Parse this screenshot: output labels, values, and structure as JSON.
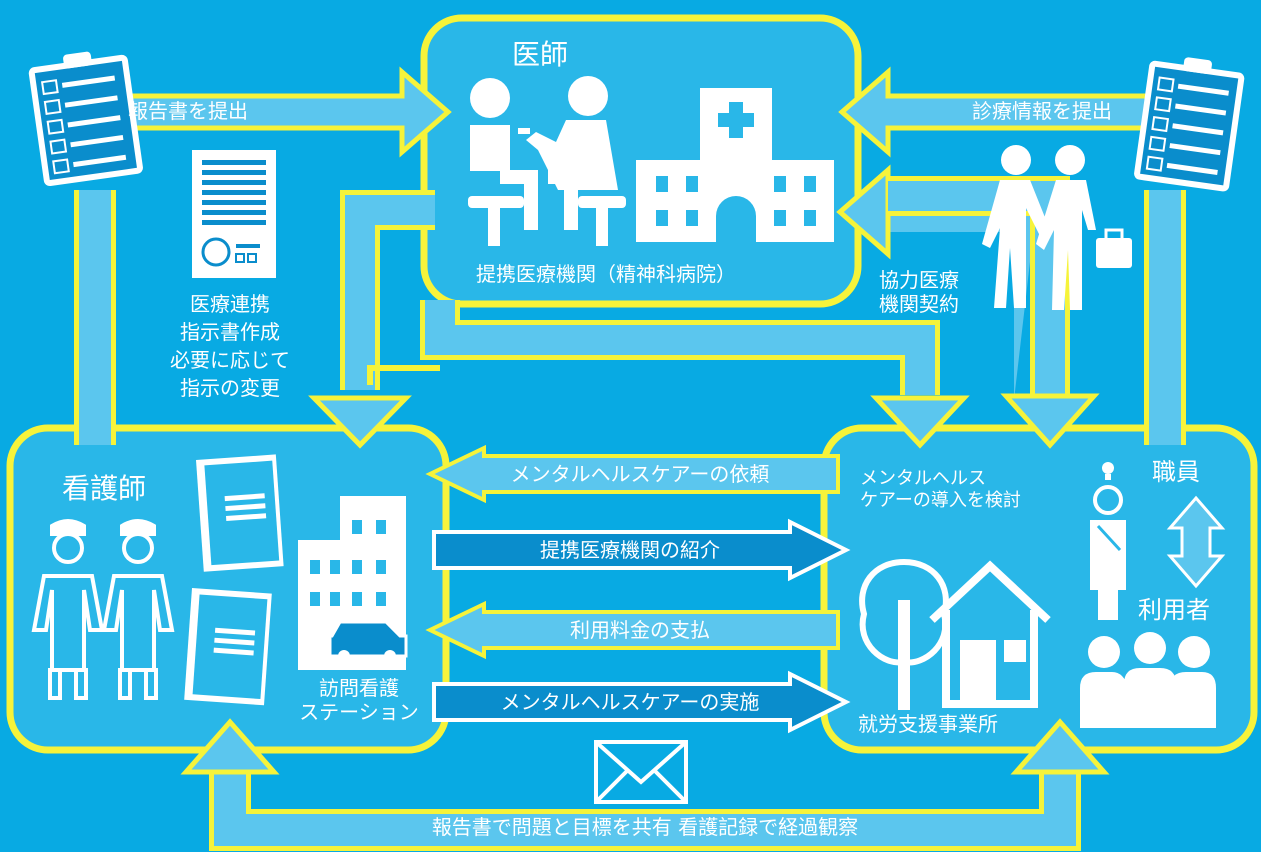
{
  "colors": {
    "background": "#08aae3",
    "panel": "#29b7e8",
    "border": "#f6f33a",
    "arrow_light": "#5bc6ee",
    "arrow_dark": "#0a8dcc",
    "white": "#ffffff"
  },
  "doctor_box": {
    "title": "医師",
    "caption": "提携医療機関（精神科病院）",
    "icons": [
      "doctor-patient-icon",
      "hospital-icon"
    ]
  },
  "nurse_box": {
    "title": "看護師",
    "station_label": [
      "訪問看護",
      "ステーション"
    ],
    "icons": [
      "nurses-icon",
      "notebooks-icon",
      "office-building-icon",
      "car-icon"
    ]
  },
  "workplace_box": {
    "consider_label": [
      "メンタルヘルス",
      "ケアーの導入を検討"
    ],
    "office_label": "就労支援事業所",
    "staff_label": "職員",
    "users_label": "利用者",
    "icons": [
      "tree-icon",
      "house-icon",
      "staff-person-icon",
      "users-group-icon",
      "up-down-arrow-icon",
      "lightbulb-icon"
    ]
  },
  "arrows": {
    "report_submit": "報告書を提出",
    "clinical_info_submit": "診療情報を提出",
    "cooperation_contract": [
      "協力医療",
      "機関契約"
    ],
    "instructions": [
      "医療連携",
      "指示書作成",
      "必要に応じて",
      "指示の変更"
    ],
    "request": "メンタルヘルスケアーの依頼",
    "introduce": "提携医療機関の紹介",
    "payment": "利用料金の支払",
    "implement": "メンタルヘルスケアーの実施",
    "bottom_share": "報告書で問題と目標を共有 看護記録で経過観察"
  },
  "icons": [
    "clipboard-checklist-icon-left",
    "clipboard-checklist-icon-right",
    "document-icon",
    "handshake-icon",
    "envelope-icon"
  ]
}
